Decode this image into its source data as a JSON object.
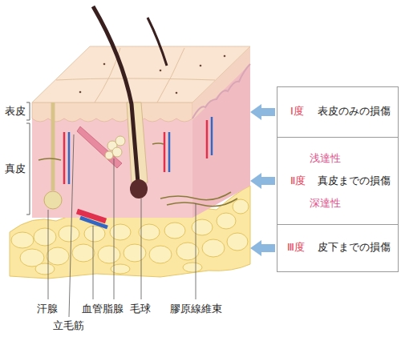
{
  "diagram": {
    "nodes": [
      {
        "text": [
          "Ⅰ度",
          "表皮のみの損傷"
        ]
      },
      {
        "text": [
          "浅達性",
          "Ⅱ度",
          "真皮までの損傷",
          "深達性"
        ]
      },
      {
        "text": [
          "Ⅲ度",
          "皮下までの損傷"
        ]
      }
    ],
    "labels": [
      "表皮",
      "真皮",
      "汗腺",
      "立毛筋",
      "血管",
      "脂腺",
      "毛球",
      "膠原線維束"
    ]
  }
}
